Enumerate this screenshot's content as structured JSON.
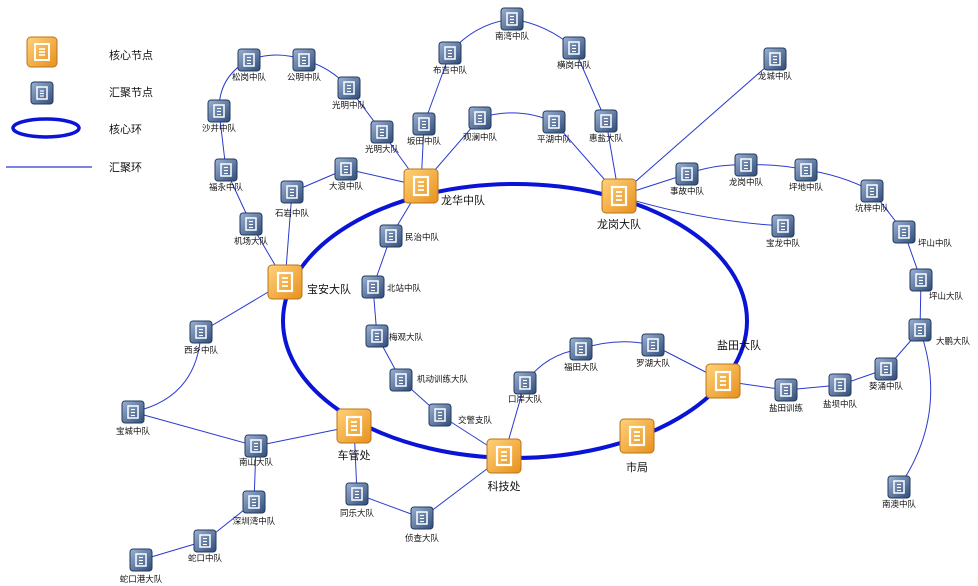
{
  "legend": {
    "core_node": "核心节点",
    "agg_node": "汇聚节点",
    "core_ring": "核心环",
    "agg_ring": "汇聚环"
  },
  "colors": {
    "core_ring": "#0a14d6",
    "agg_link": "#2a3ad0",
    "core_icon_fill": "#f3a83a",
    "agg_icon_fill": "#3f5f8a"
  },
  "nodes": {
    "longhua": "龙华中队",
    "longgang": "龙岗大队",
    "baoan": "宝安大队",
    "cheguan": "车管处",
    "keji": "科技处",
    "shiju": "市局",
    "yantian": "盐田大队",
    "songgang": "松岗中队",
    "gongming": "公明中队",
    "guangming_zd": "光明中队",
    "guangming_dd": "光明大队",
    "shajing": "沙井中队",
    "fuyong": "福永中队",
    "jichang": "机场大队",
    "shiyan": "石岩中队",
    "dalang": "大浪中队",
    "buji": "布吉中队",
    "nanwan": "南湾中队",
    "henggang": "横岗中队",
    "huiyan": "惠盐大队",
    "bantian": "坂田中队",
    "guanlan": "观澜中队",
    "pinghu": "平湖中队",
    "longcheng": "龙城中队",
    "shigu": "事故中队",
    "longgang_zd": "龙岗中队",
    "pingdi": "坪地中队",
    "kengzi": "坑梓中队",
    "pingshan_zd": "坪山中队",
    "pingshan_dd": "坪山大队",
    "dapeng": "大鹏大队",
    "kuiyong": "葵涌中队",
    "nanao": "南澳中队",
    "yanba": "盐坝中队",
    "yantian_xl": "盐田训练",
    "baolong": "宝龙中队",
    "minzhi": "民治中队",
    "beizhan": "北站中队",
    "meilin": "梅观大队",
    "jidong": "机动训练大队",
    "jiaojing": "交警支队",
    "kouan": "口岸大队",
    "futian": "福田大队",
    "luohu": "罗湖大队",
    "xixiang": "西乡中队",
    "baocheng": "宝城中队",
    "nanshan": "南山大队",
    "shenzhenwan": "深圳湾中队",
    "shekou": "蛇口中队",
    "shekougang": "蛇口港大队",
    "tongle": "同乐大队",
    "zhencha": "侦查大队"
  }
}
